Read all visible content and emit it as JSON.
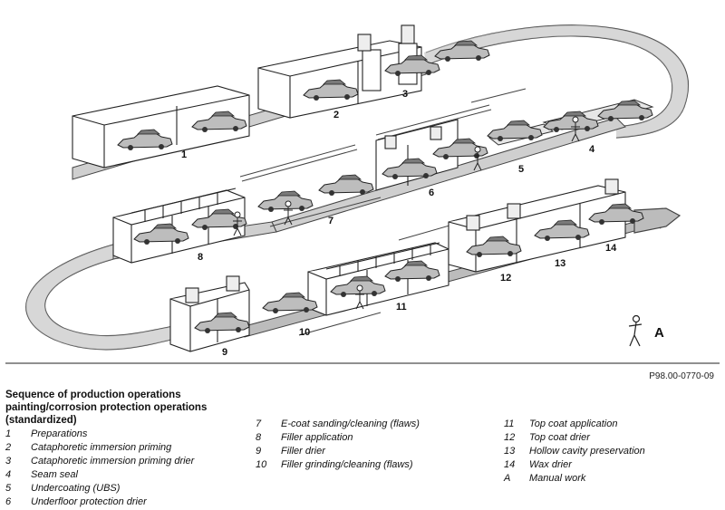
{
  "figure": {
    "station_labels": [
      "1",
      "2",
      "3",
      "4",
      "5",
      "6",
      "7",
      "8",
      "9",
      "10",
      "11",
      "12",
      "13",
      "14"
    ],
    "manual_label": "A",
    "reference_code": "P98.00-0770-09"
  },
  "legend": {
    "title_line1": "Sequence of production operations painting/corrosion protection operations (standardized)",
    "items": [
      {
        "num": "1",
        "label": "Preparations"
      },
      {
        "num": "2",
        "label": "Cataphoretic immersion priming"
      },
      {
        "num": "3",
        "label": "Cataphoretic immersion priming drier"
      },
      {
        "num": "4",
        "label": "Seam seal"
      },
      {
        "num": "5",
        "label": "Undercoating (UBS)"
      },
      {
        "num": "6",
        "label": "Underfloor protection drier"
      },
      {
        "num": "7",
        "label": "E-coat sanding/cleaning (flaws)"
      },
      {
        "num": "8",
        "label": "Filler application"
      },
      {
        "num": "9",
        "label": "Filler drier"
      },
      {
        "num": "10",
        "label": "Filler grinding/cleaning (flaws)"
      },
      {
        "num": "11",
        "label": "Top coat application"
      },
      {
        "num": "12",
        "label": "Top coat drier"
      },
      {
        "num": "13",
        "label": "Hollow cavity preservation"
      },
      {
        "num": "14",
        "label": "Wax drier"
      },
      {
        "num": "A",
        "label": "Manual work"
      }
    ]
  }
}
